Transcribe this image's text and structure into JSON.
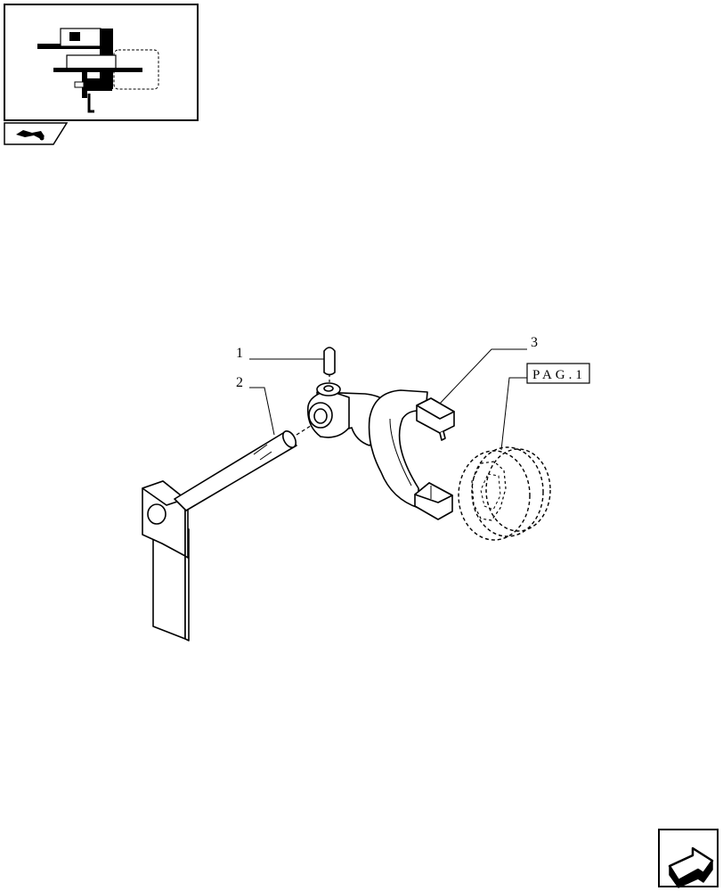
{
  "diagram": {
    "callouts": [
      {
        "id": "1",
        "label": "1"
      },
      {
        "id": "2",
        "label": "2"
      },
      {
        "id": "3",
        "label": "3"
      }
    ],
    "reference_box": {
      "label": "PAG.1"
    }
  },
  "icons": {
    "thumbnail": "assembly-overview-thumbnail",
    "thumbnail_tab": "tractor-icon",
    "nav": "next-page-arrow-icon"
  }
}
